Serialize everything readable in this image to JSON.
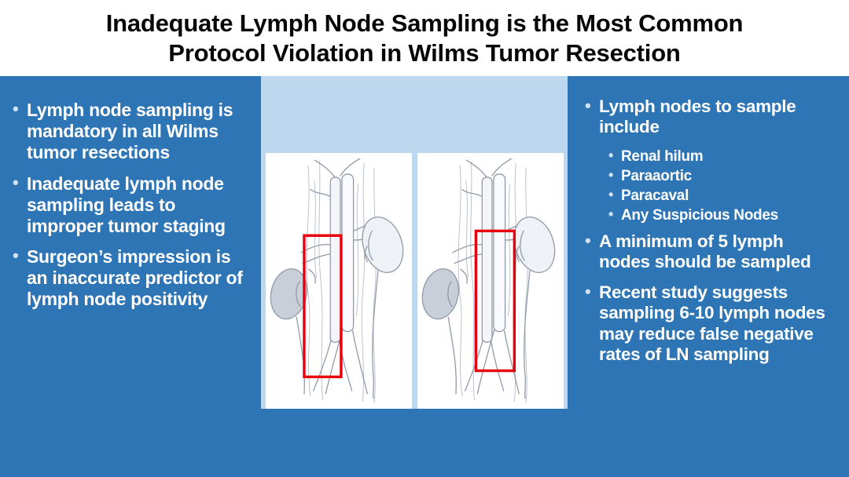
{
  "chars": {
    "bullet": "•"
  },
  "title": {
    "line1": "Inadequate Lymph Node Sampling is the Most Common",
    "line2": "Protocol Violation in Wilms Tumor Resection"
  },
  "left_panel": {
    "bullets": [
      "Lymph node sampling is mandatory in all Wilms tumor resections",
      "Inadequate lymph node sampling leads to improper tumor staging",
      "Surgeon’s impression is an inaccurate predictor of lymph node positivity"
    ]
  },
  "right_panel": {
    "bullets": [
      {
        "text": "Lymph nodes to sample include"
      },
      {
        "text": "A minimum of 5 lymph nodes should be sampled"
      },
      {
        "text": "Recent study suggests sampling 6-10 lymph nodes may reduce false negative rates of LN sampling"
      }
    ],
    "sub_bullets": [
      "Renal hilum",
      "Paraaortic",
      "Paracaval",
      "Any Suspicious Nodes"
    ]
  },
  "figures": {
    "left_icon": "retroperitoneal-anatomy-diagram",
    "right_icon": "retroperitoneal-anatomy-diagram",
    "highlight": "red-highlight-box"
  },
  "colors": {
    "panel_blue": "#2E75B6",
    "light_blue": "#BDD7EE",
    "highlight_red": "#E8000D",
    "text_white": "#FFFFFF",
    "title_black": "#050505"
  }
}
